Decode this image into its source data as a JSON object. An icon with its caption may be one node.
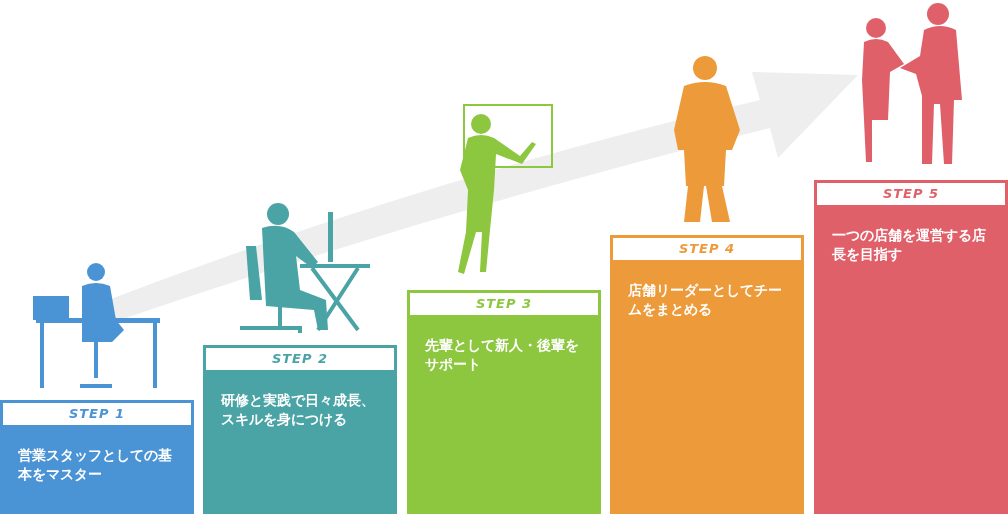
{
  "diagram": {
    "nodes": [
      {
        "text": [
          "STEP 1",
          "営業スタッフとしての基本をマスター"
        ]
      },
      {
        "text": [
          "STEP 2",
          "研修と実践で日々成長、スキルを身につける"
        ]
      },
      {
        "text": [
          "STEP 3",
          "先輩として新人・後輩をサポート"
        ]
      },
      {
        "text": [
          "STEP 4",
          "店舗リーダーとしてチームをまとめる"
        ]
      },
      {
        "text": [
          "STEP 5",
          "一つの店舗を運営する店長を目指す"
        ]
      }
    ]
  }
}
